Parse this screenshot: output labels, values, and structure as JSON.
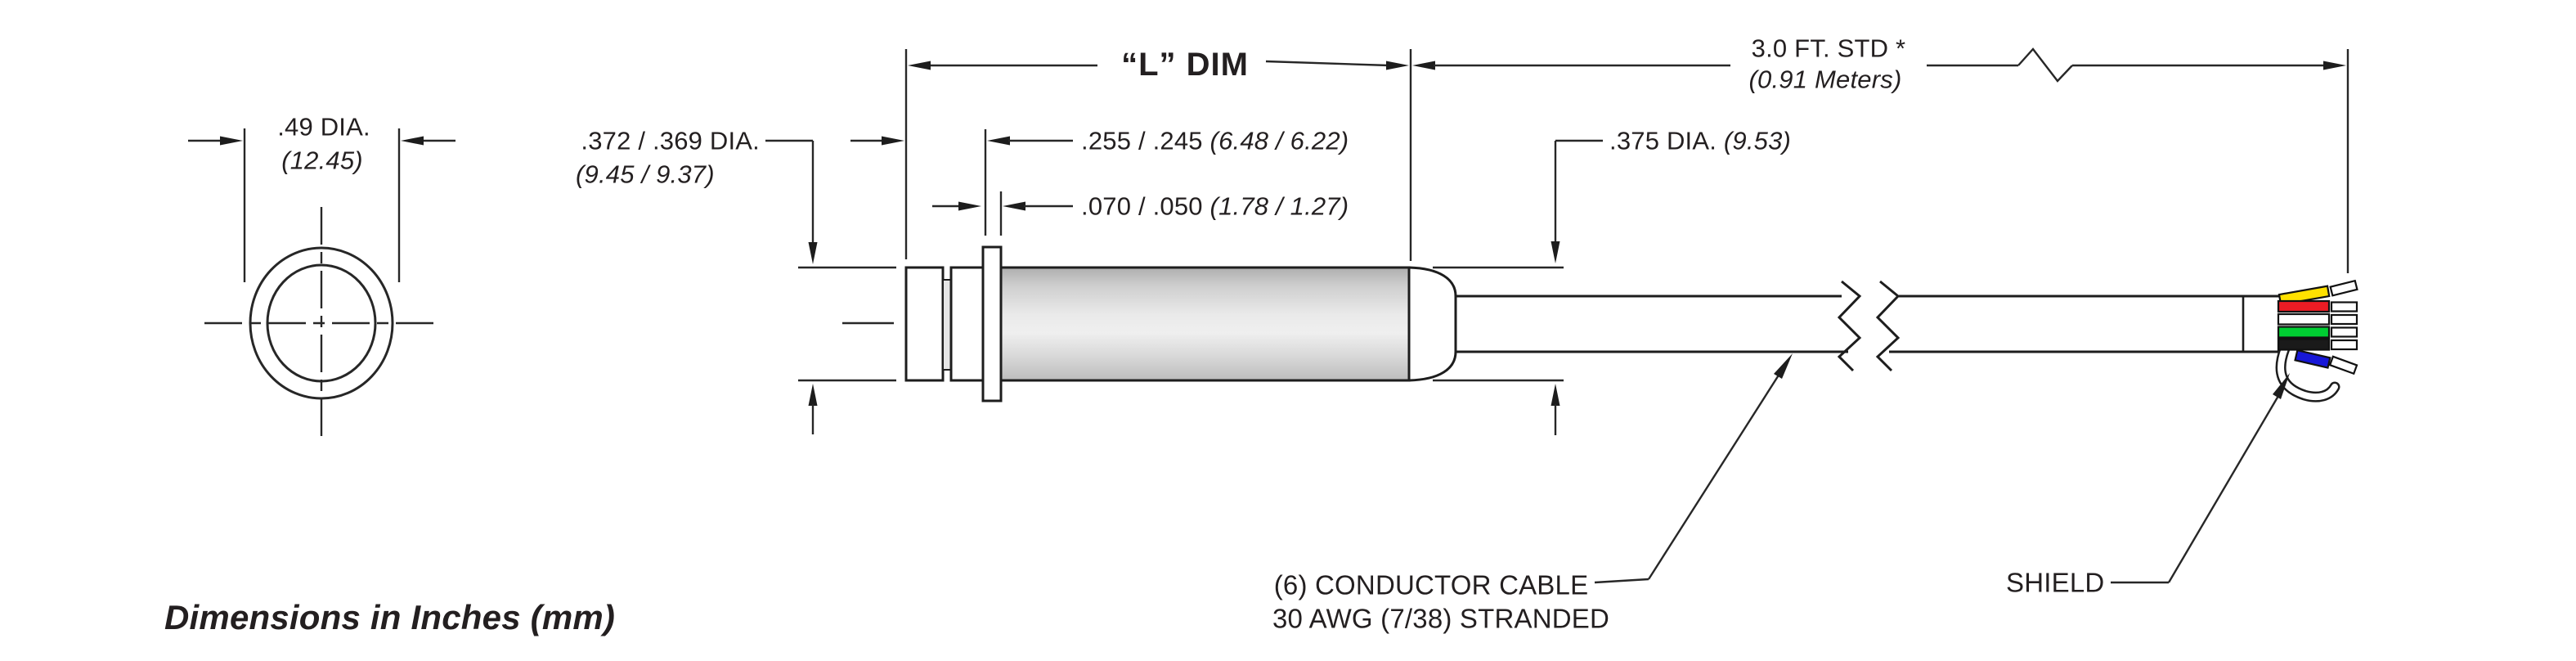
{
  "note": "Dimensions in Inches (mm)",
  "end_view": {
    "dia_in": ".49 DIA.",
    "dia_mm": "(12.45)"
  },
  "dimensions": {
    "body_dia_in": ".372 / .369 DIA.",
    "body_dia_mm": "(9.45 / 9.37)",
    "l_dim": "“L” DIM",
    "tip_len_in": ".255 / .245",
    "tip_len_mm": "(6.48 / 6.22)",
    "flange_thk_in": ".070 / .050",
    "flange_thk_mm": "(1.78 / 1.27)",
    "cable_len_in": "3.0 FT. STD *",
    "cable_len_mm": "(0.91 Meters)",
    "cable_dia_in": ".375 DIA.",
    "cable_dia_mm": "(9.53)"
  },
  "callouts": {
    "conductor_line1": "(6) CONDUCTOR CABLE",
    "conductor_line2": "30 AWG (7/38) STRANDED",
    "shield": "SHIELD"
  },
  "colors": {
    "line": "#272727",
    "wire_yellow": "#ffe100",
    "wire_red": "#ec1c24",
    "wire_white": "#ffffff",
    "wire_green": "#00cd32",
    "wire_black": "#1a1a1a",
    "wire_blue": "#1717d8",
    "barrel_light": "#ededed",
    "barrel_dark": "#b3b3b3"
  }
}
